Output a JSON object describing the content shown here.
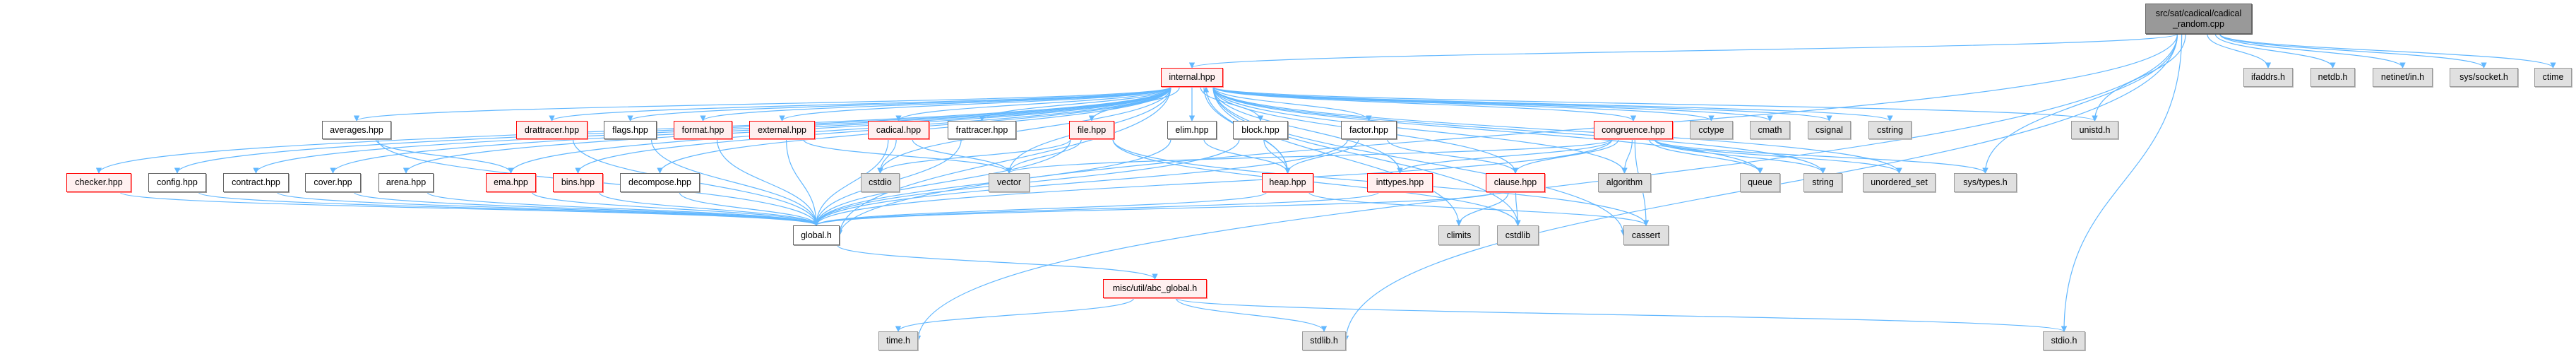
{
  "graph": {
    "title": "src/sat/cadical/cadical_random.cpp include dependency graph",
    "edge_color": "#63B8FF",
    "nodes": [
      {
        "id": "root",
        "label": "src/sat/cadical/cadical_random.cpp",
        "style": "root"
      },
      {
        "id": "internal",
        "label": "internal.hpp",
        "style": "red"
      },
      {
        "id": "averages",
        "label": "averages.hpp",
        "style": "white"
      },
      {
        "id": "drattracer",
        "label": "drattracer.hpp",
        "style": "red"
      },
      {
        "id": "flags",
        "label": "flags.hpp",
        "style": "white"
      },
      {
        "id": "format",
        "label": "format.hpp",
        "style": "red"
      },
      {
        "id": "external",
        "label": "external.hpp",
        "style": "red"
      },
      {
        "id": "cadical",
        "label": "cadical.hpp",
        "style": "red"
      },
      {
        "id": "frattracer",
        "label": "frattracer.hpp",
        "style": "white"
      },
      {
        "id": "file",
        "label": "file.hpp",
        "style": "red"
      },
      {
        "id": "elim",
        "label": "elim.hpp",
        "style": "white"
      },
      {
        "id": "block",
        "label": "block.hpp",
        "style": "white"
      },
      {
        "id": "factor",
        "label": "factor.hpp",
        "style": "white"
      },
      {
        "id": "congruence",
        "label": "congruence.hpp",
        "style": "red"
      },
      {
        "id": "cctype",
        "label": "cctype",
        "style": "gray"
      },
      {
        "id": "cmath",
        "label": "cmath",
        "style": "gray"
      },
      {
        "id": "csignal",
        "label": "csignal",
        "style": "gray"
      },
      {
        "id": "cstring",
        "label": "cstring",
        "style": "gray"
      },
      {
        "id": "unistd",
        "label": "unistd.h",
        "style": "gray"
      },
      {
        "id": "checker",
        "label": "checker.hpp",
        "style": "red"
      },
      {
        "id": "config",
        "label": "config.hpp",
        "style": "white"
      },
      {
        "id": "contract",
        "label": "contract.hpp",
        "style": "white"
      },
      {
        "id": "cover",
        "label": "cover.hpp",
        "style": "white"
      },
      {
        "id": "arena",
        "label": "arena.hpp",
        "style": "white"
      },
      {
        "id": "ema",
        "label": "ema.hpp",
        "style": "red"
      },
      {
        "id": "bins",
        "label": "bins.hpp",
        "style": "red"
      },
      {
        "id": "decompose",
        "label": "decompose.hpp",
        "style": "white"
      },
      {
        "id": "cstdio",
        "label": "cstdio",
        "style": "gray"
      },
      {
        "id": "vector",
        "label": "vector",
        "style": "gray"
      },
      {
        "id": "heap",
        "label": "heap.hpp",
        "style": "red"
      },
      {
        "id": "inttypes",
        "label": "inttypes.hpp",
        "style": "red"
      },
      {
        "id": "clause",
        "label": "clause.hpp",
        "style": "red"
      },
      {
        "id": "algorithm",
        "label": "algorithm",
        "style": "gray"
      },
      {
        "id": "queue",
        "label": "queue",
        "style": "gray"
      },
      {
        "id": "string",
        "label": "string",
        "style": "gray"
      },
      {
        "id": "unordered_set",
        "label": "unordered_set",
        "style": "gray"
      },
      {
        "id": "systypes",
        "label": "sys/types.h",
        "style": "gray"
      },
      {
        "id": "global",
        "label": "global.h",
        "style": "white"
      },
      {
        "id": "climits",
        "label": "climits",
        "style": "gray"
      },
      {
        "id": "cstdlib",
        "label": "cstdlib",
        "style": "gray"
      },
      {
        "id": "cassert",
        "label": "cassert",
        "style": "gray"
      },
      {
        "id": "abc_global",
        "label": "misc/util/abc_global.h",
        "style": "red"
      },
      {
        "id": "time",
        "label": "time.h",
        "style": "gray"
      },
      {
        "id": "stdlib",
        "label": "stdlib.h",
        "style": "gray"
      },
      {
        "id": "stdio",
        "label": "stdio.h",
        "style": "gray"
      },
      {
        "id": "ifaddrs",
        "label": "ifaddrs.h",
        "style": "gray"
      },
      {
        "id": "netdb",
        "label": "netdb.h",
        "style": "gray"
      },
      {
        "id": "netinet",
        "label": "netinet/in.h",
        "style": "gray"
      },
      {
        "id": "syssocket",
        "label": "sys/socket.h",
        "style": "gray"
      },
      {
        "id": "ctime",
        "label": "ctime",
        "style": "gray"
      }
    ],
    "edges": [
      [
        "root",
        "internal"
      ],
      [
        "root",
        "global"
      ],
      [
        "root",
        "time"
      ],
      [
        "root",
        "unistd"
      ],
      [
        "root",
        "systypes"
      ],
      [
        "root",
        "stdlib"
      ],
      [
        "root",
        "stdio"
      ],
      [
        "root",
        "ifaddrs"
      ],
      [
        "root",
        "netdb"
      ],
      [
        "root",
        "netinet"
      ],
      [
        "root",
        "syssocket"
      ],
      [
        "root",
        "ctime"
      ],
      [
        "internal",
        "averages"
      ],
      [
        "internal",
        "drattracer"
      ],
      [
        "internal",
        "flags"
      ],
      [
        "internal",
        "format"
      ],
      [
        "internal",
        "external"
      ],
      [
        "internal",
        "checker"
      ],
      [
        "internal",
        "config"
      ],
      [
        "internal",
        "contract"
      ],
      [
        "internal",
        "cover"
      ],
      [
        "internal",
        "arena"
      ],
      [
        "internal",
        "ema"
      ],
      [
        "internal",
        "bins"
      ],
      [
        "internal",
        "decompose"
      ],
      [
        "internal",
        "global"
      ],
      [
        "internal",
        "cadical"
      ],
      [
        "internal",
        "frattracer"
      ],
      [
        "internal",
        "file"
      ],
      [
        "internal",
        "elim"
      ],
      [
        "internal",
        "block"
      ],
      [
        "internal",
        "factor"
      ],
      [
        "internal",
        "congruence"
      ],
      [
        "internal",
        "cstdio"
      ],
      [
        "internal",
        "vector"
      ],
      [
        "internal",
        "heap"
      ],
      [
        "internal",
        "inttypes"
      ],
      [
        "internal",
        "clause"
      ],
      [
        "internal",
        "algorithm"
      ],
      [
        "internal",
        "climits"
      ],
      [
        "internal",
        "cstdlib"
      ],
      [
        "internal",
        "cassert"
      ],
      [
        "internal",
        "cctype"
      ],
      [
        "internal",
        "cmath"
      ],
      [
        "internal",
        "csignal"
      ],
      [
        "internal",
        "cstring"
      ],
      [
        "internal",
        "unistd"
      ],
      [
        "internal",
        "queue"
      ],
      [
        "internal",
        "string"
      ],
      [
        "internal",
        "unordered_set"
      ],
      [
        "averages",
        "ema"
      ],
      [
        "averages",
        "global"
      ],
      [
        "drattracer",
        "global"
      ],
      [
        "flags",
        "global"
      ],
      [
        "format",
        "global"
      ],
      [
        "external",
        "global"
      ],
      [
        "external",
        "vector"
      ],
      [
        "checker",
        "global"
      ],
      [
        "config",
        "global"
      ],
      [
        "contract",
        "global"
      ],
      [
        "cover",
        "global"
      ],
      [
        "arena",
        "global"
      ],
      [
        "ema",
        "global"
      ],
      [
        "bins",
        "global"
      ],
      [
        "decompose",
        "global"
      ],
      [
        "cadical",
        "cstdio"
      ],
      [
        "cadical",
        "vector"
      ],
      [
        "cadical",
        "global"
      ],
      [
        "frattracer",
        "global"
      ],
      [
        "file",
        "cstdio"
      ],
      [
        "file",
        "vector"
      ],
      [
        "file",
        "global"
      ],
      [
        "file",
        "cstdlib"
      ],
      [
        "file",
        "cassert"
      ],
      [
        "elim",
        "heap"
      ],
      [
        "elim",
        "global"
      ],
      [
        "block",
        "heap"
      ],
      [
        "block",
        "global"
      ],
      [
        "factor",
        "heap"
      ],
      [
        "factor",
        "clause"
      ],
      [
        "factor",
        "global"
      ],
      [
        "heap",
        "internal"
      ],
      [
        "heap",
        "cassert"
      ],
      [
        "heap",
        "global"
      ],
      [
        "congruence",
        "vector"
      ],
      [
        "congruence",
        "inttypes"
      ],
      [
        "congruence",
        "clause"
      ],
      [
        "congruence",
        "algorithm"
      ],
      [
        "congruence",
        "cassert"
      ],
      [
        "congruence",
        "queue"
      ],
      [
        "congruence",
        "string"
      ],
      [
        "congruence",
        "unordered_set"
      ],
      [
        "congruence",
        "systypes"
      ],
      [
        "congruence",
        "global"
      ],
      [
        "inttypes",
        "global"
      ],
      [
        "clause",
        "climits"
      ],
      [
        "clause",
        "cstdlib"
      ],
      [
        "clause",
        "global"
      ],
      [
        "global",
        "abc_global"
      ],
      [
        "abc_global",
        "time"
      ],
      [
        "abc_global",
        "stdlib"
      ],
      [
        "abc_global",
        "stdio"
      ]
    ]
  }
}
